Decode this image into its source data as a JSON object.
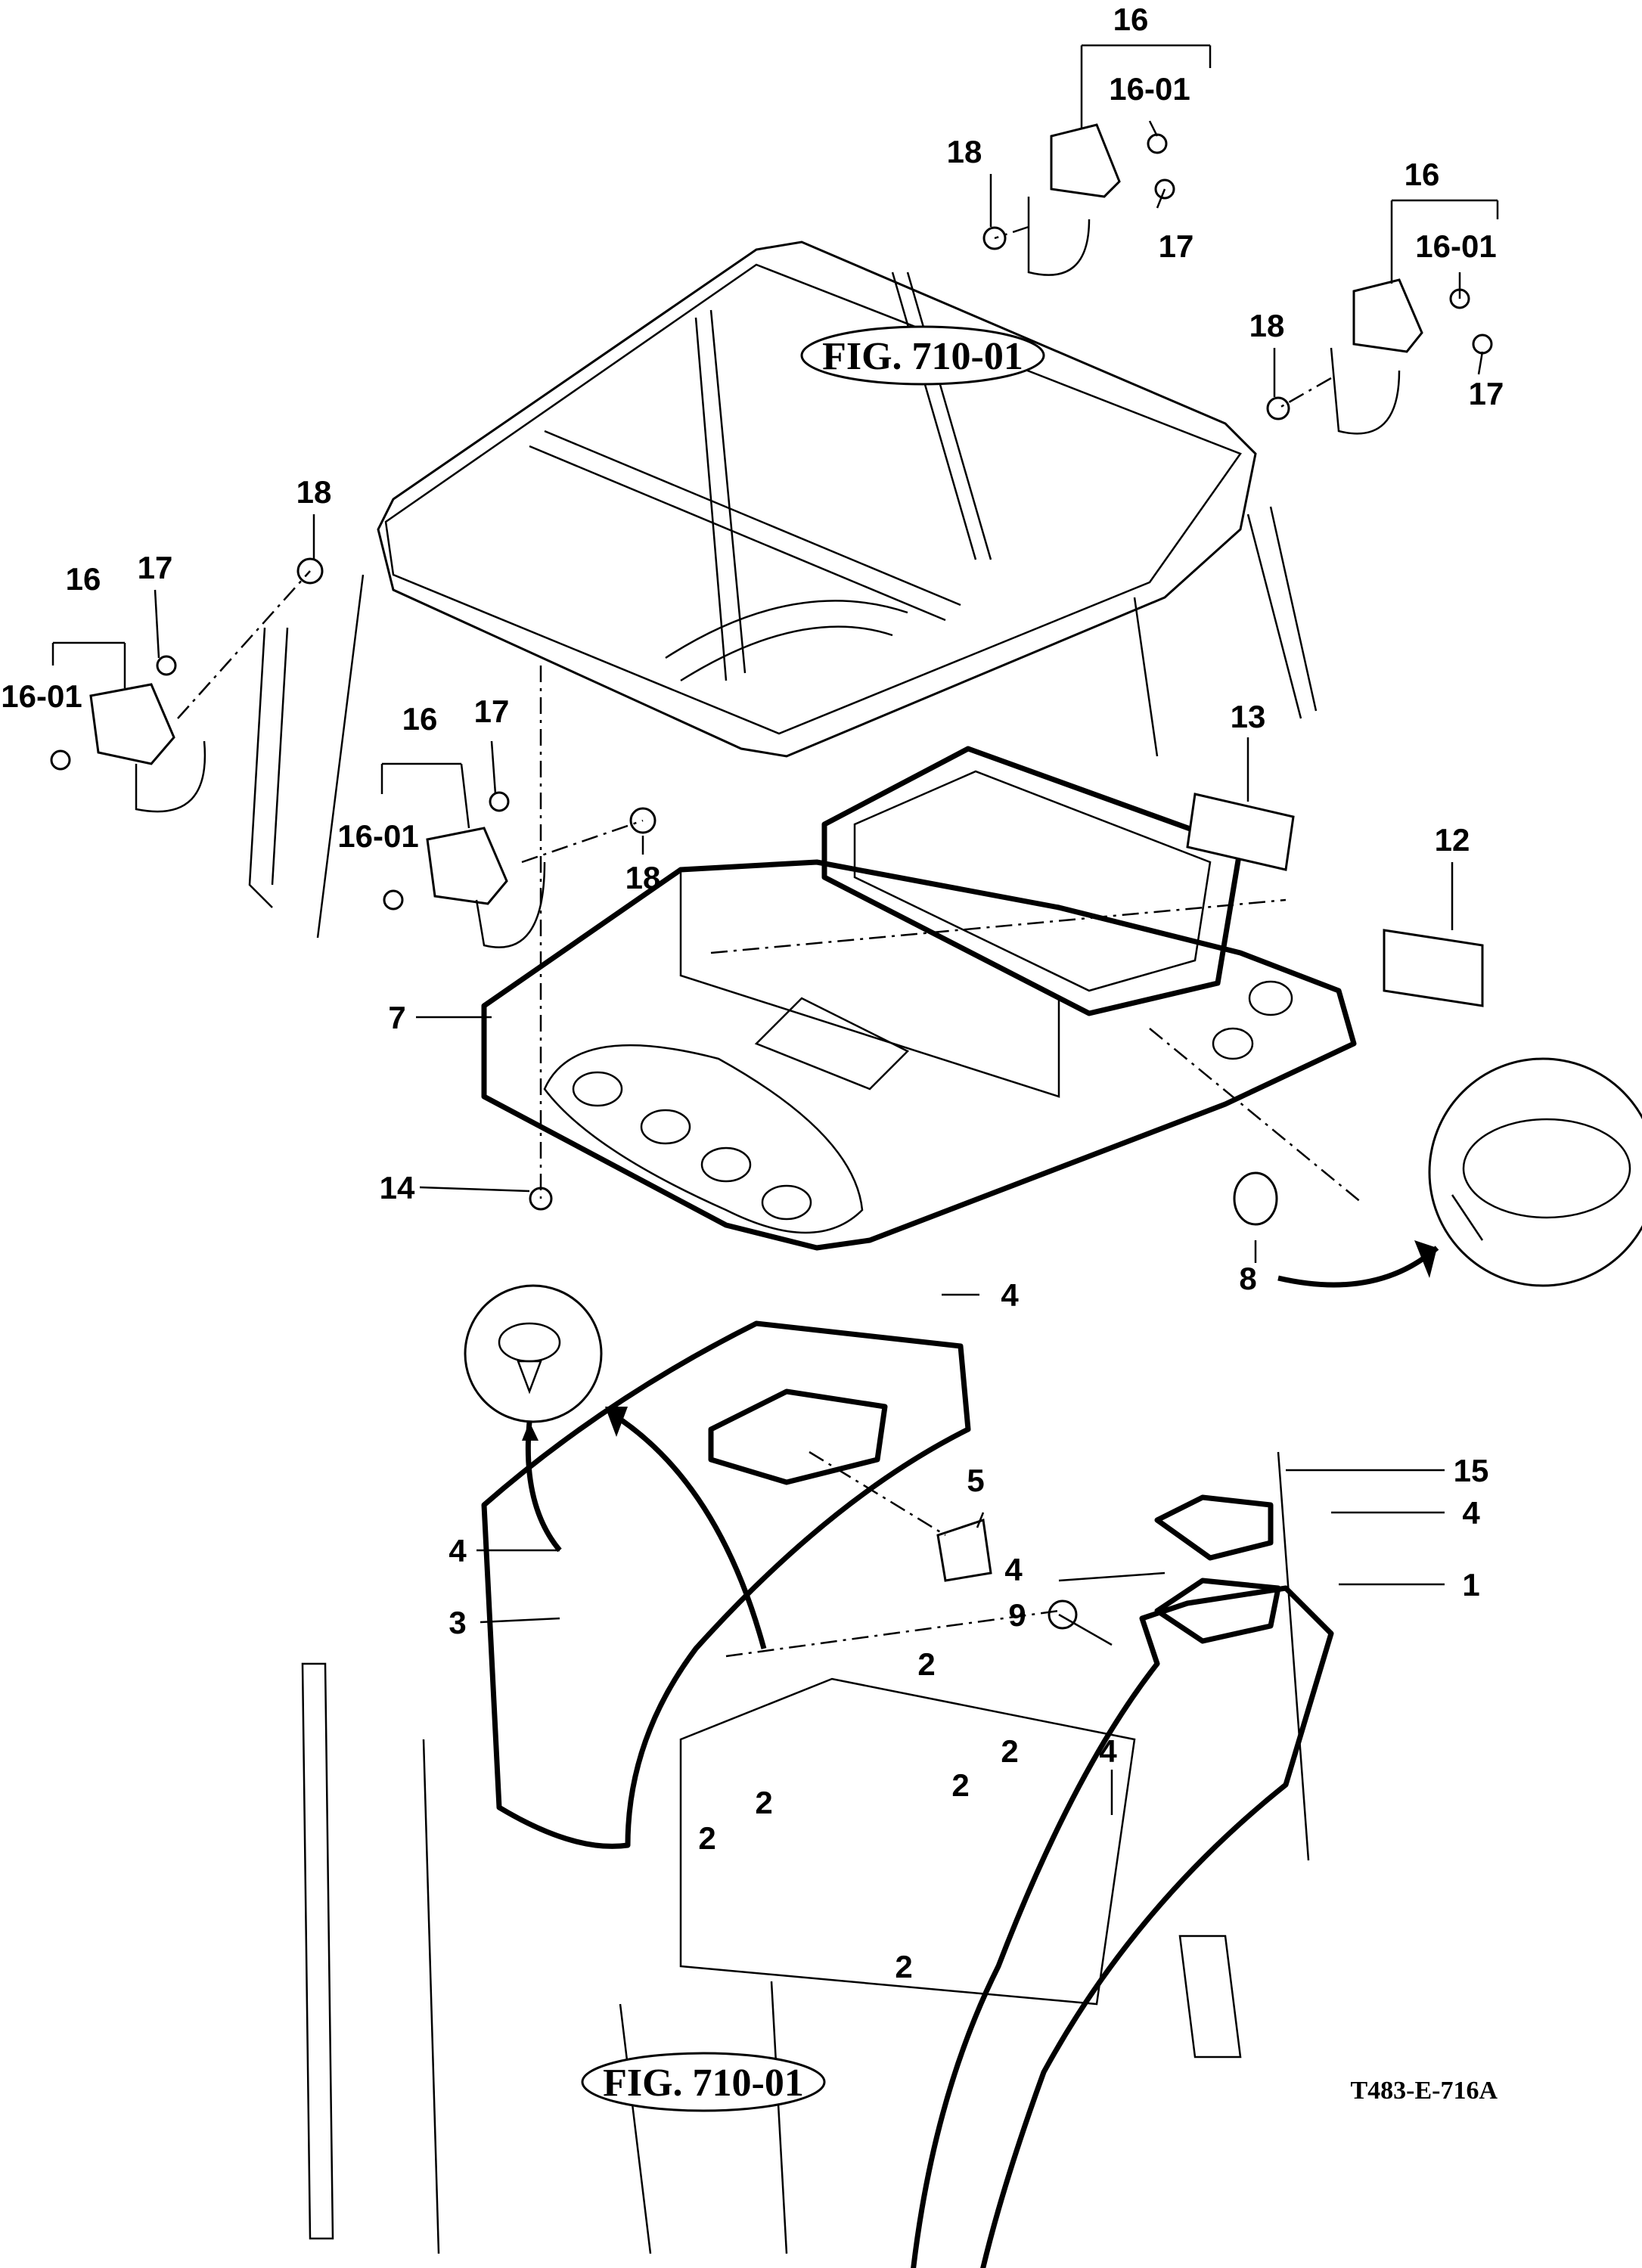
{
  "figure_refs": {
    "top": "FIG. 710-01",
    "bottom": "FIG. 710-01"
  },
  "drawing_code": "T483-E-716A",
  "callouts": {
    "c16_top": "16",
    "c1601_top": "16-01",
    "c17_top": "17",
    "c18_top": "18",
    "c16_right": "16",
    "c1601_right": "16-01",
    "c17_right": "17",
    "c18_right": "18",
    "c18_left": "18",
    "c16_left": "16",
    "c1601_left": "16-01",
    "c17_left": "17",
    "c16_mid": "16",
    "c1601_mid": "16-01",
    "c17_mid": "17",
    "c18_mid": "18",
    "c13": "13",
    "c12": "12",
    "c7": "7",
    "c14": "14",
    "c8": "8",
    "c4_a": "4",
    "c4_b": "4",
    "c4_c": "4",
    "c4_d": "4",
    "c4_e": "4",
    "c15": "15",
    "c5": "5",
    "c1": "1",
    "c9": "9",
    "c3": "3",
    "c2_a": "2",
    "c2_b": "2",
    "c2_c": "2",
    "c2_d": "2",
    "c2_e": "2",
    "c2_f": "2"
  }
}
